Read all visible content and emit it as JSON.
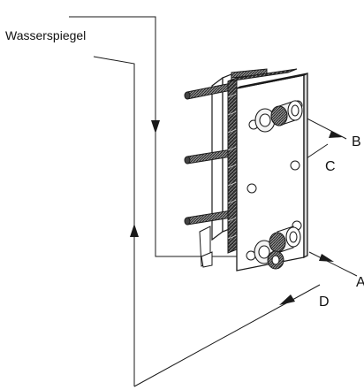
{
  "diagram": {
    "title": "Wasserspiegel",
    "labels": {
      "a": "A",
      "b": "B",
      "c": "C",
      "d": "D"
    },
    "colors": {
      "line": "#1a1a1a",
      "plate_fill": "#ffffff",
      "stack_fill": "#3a3a3a",
      "bolt_fill": "#444444",
      "port_fill": "#f4f4f4"
    }
  }
}
